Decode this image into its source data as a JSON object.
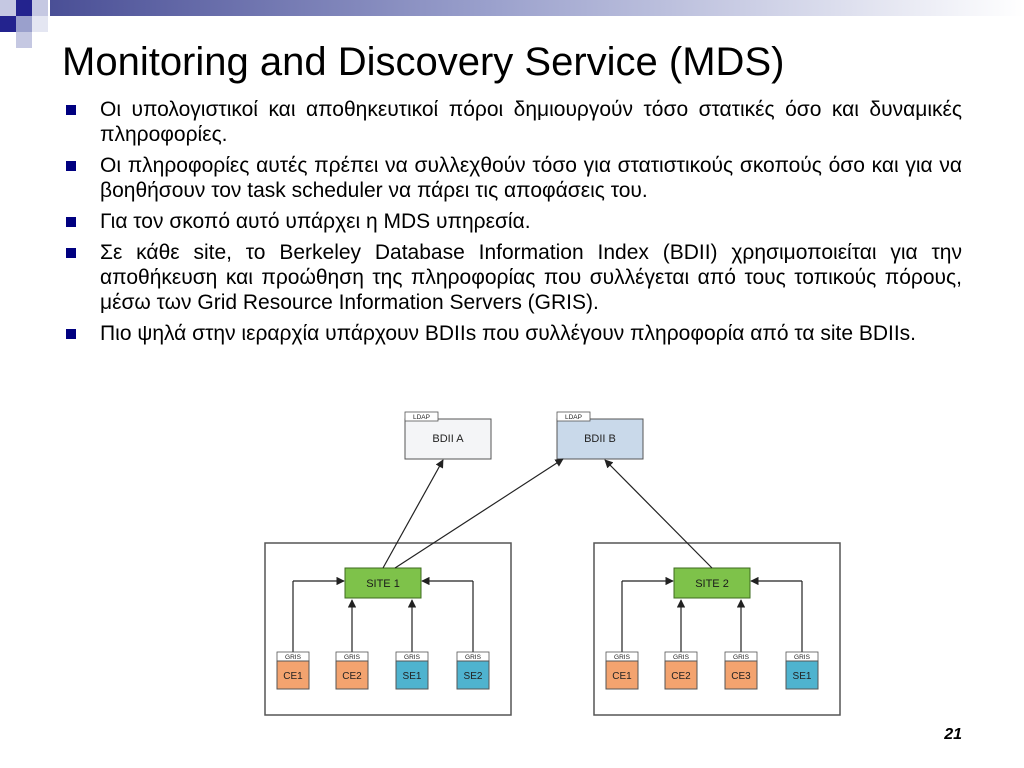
{
  "title": "Monitoring and Discovery Service (MDS)",
  "bullets": [
    "Οι υπολογιστικοί και αποθηκευτικοί πόροι δημιουργούν τόσο στατικές όσο και δυναμικές πληροφορίες.",
    "Οι πληροφορίες αυτές πρέπει να συλλεχθούν τόσο για στατιστικούς σκοπούς όσο και για να βοηθήσουν τον task scheduler να πάρει τις αποφάσεις του.",
    "Για τον σκοπό αυτό υπάρχει η MDS υπηρεσία.",
    "Σε κάθε site, το Berkeley Database Information Index (BDII) χρησιμοποιείται για την αποθήκευση και προώθηση της πληροφορίας που συλλέγεται από τους τοπικούς πόρους, μέσω των Grid Resource Information Servers (GRIS).",
    "Πιο ψηλά στην ιεραρχία υπάρχουν BDIIs που συλλέγουν πληροφορία από τα site BDIIs."
  ],
  "diagram": {
    "bdii_a": "BDII A",
    "bdii_b": "BDII B",
    "ldap_tag": "LDAP",
    "site1": "SITE 1",
    "site2": "SITE 2",
    "gris_tag": "GRIS",
    "site1_resources": [
      "CE1",
      "CE2",
      "SE1",
      "SE2"
    ],
    "site2_resources": [
      "CE1",
      "CE2",
      "CE3",
      "SE1"
    ],
    "colors": {
      "bdii_a": "#f4f5f7",
      "bdii_b": "#c9d9ea",
      "site": "#7ec24a",
      "ce": "#f3a36f",
      "se": "#4fb3cf"
    }
  },
  "page_number": "21"
}
